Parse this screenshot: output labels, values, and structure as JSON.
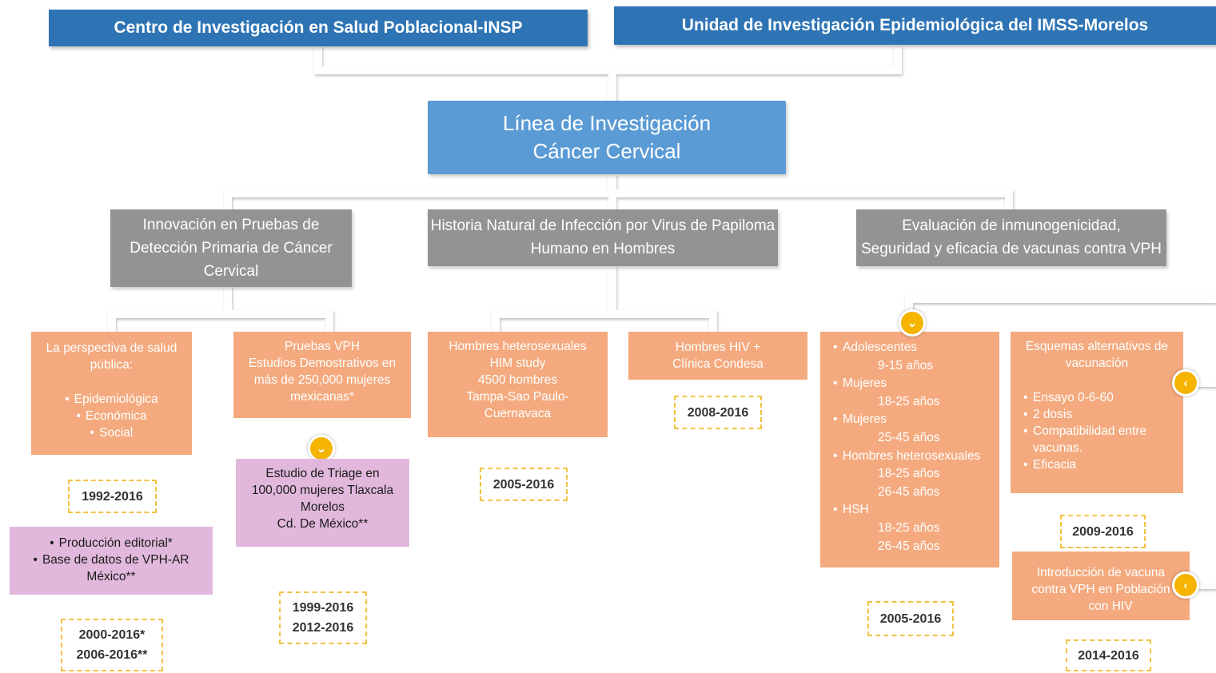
{
  "header": {
    "left": "Centro de Investigación en Salud Poblacional-INSP",
    "right": "Unidad de Investigación Epidemiológica del IMSS-Morelos"
  },
  "main": {
    "line1": "Línea de Investigación",
    "line2": "Cáncer Cervical"
  },
  "branches": [
    {
      "lines": [
        "Innovación en Pruebas de",
        "Detección Primaria de Cáncer",
        "Cervical"
      ]
    },
    {
      "lines": [
        "Historia Natural de Infección por Virus de Papiloma",
        "Humano en Hombres"
      ]
    },
    {
      "lines": [
        "Evaluación de inmunogenicidad,",
        "Seguridad y eficacia de vacunas contra VPH"
      ]
    }
  ],
  "salud": {
    "title1": "La perspectiva de salud",
    "title2": "pública:",
    "items": [
      "Epidemiológica",
      "Económica",
      "Social"
    ],
    "date": "1992-2016"
  },
  "produccion": {
    "items": [
      "Producción editorial*",
      "Base de datos de VPH-AR"
    ],
    "cont": "México**",
    "dates": [
      "2000-2016*",
      "2006-2016**"
    ]
  },
  "pruebas": {
    "lines": [
      "Pruebas VPH",
      "Estudios Demostrativos en",
      "más de 250,000 mujeres",
      "mexicanas*"
    ]
  },
  "triage": {
    "lines": [
      "Estudio de Triage en",
      "100,000 mujeres Tlaxcala",
      "Morelos",
      "Cd. De México**"
    ],
    "dates": [
      "1999-2016",
      "2012-2016"
    ]
  },
  "him": {
    "lines": [
      "Hombres heterosexuales",
      "HIM study",
      "4500 hombres",
      "Tampa-Sao Paulo-",
      "Cuernavaca"
    ],
    "date": "2005-2016"
  },
  "hiv": {
    "lines": [
      "Hombres  HIV +",
      "Clínica Condesa"
    ],
    "date": "2008-2016"
  },
  "groups": {
    "adolescentes": "Adolescentes",
    "adol_age": "9-15 años",
    "mujeres1": "Mujeres",
    "mujeres1_age": "18-25 años",
    "mujeres2": "Mujeres",
    "mujeres2_age": "25-45 años",
    "hombres": "Hombres heterosexuales",
    "hombres_ages": [
      "18-25 años",
      "26-45 años"
    ],
    "hsh": "HSH",
    "hsh_ages": [
      "18-25 años",
      "26-45 años"
    ],
    "date": "2005-2016"
  },
  "esquemas": {
    "title1": "Esquemas alternativos de",
    "title2": "vacunación",
    "items": [
      "Ensayo 0-6-60",
      "2 dosis",
      "Compatibilidad entre"
    ],
    "cont": "vacunas.",
    "last": "Eficacia",
    "date": "2009-2016"
  },
  "intro": {
    "lines": [
      "Introducción de vacuna",
      "contra VPH en Población"
    ],
    "last": "con HIV",
    "date": "2014-2016"
  },
  "icons": {
    "expand": "chevron-down-icon",
    "back": "chevron-left-icon"
  },
  "colors": {
    "topbar": "#2e74b5",
    "main": "#5b9bd5",
    "gray": "#939393",
    "orange": "#f4aa7e",
    "pink": "#e1b8dc",
    "date_border": "#f2c241",
    "button": "#f4b400"
  }
}
